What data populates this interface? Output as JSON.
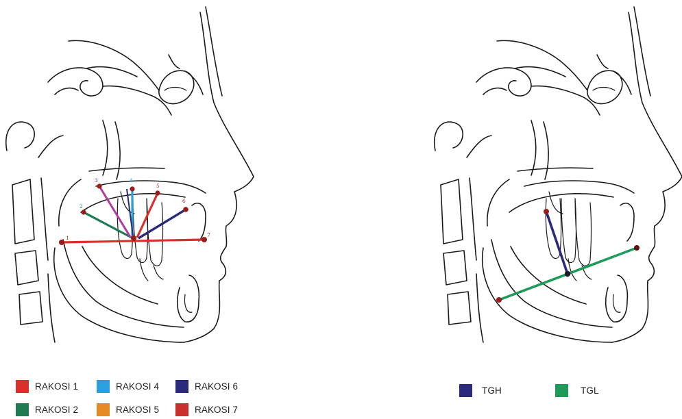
{
  "colors": {
    "rakosi1": "#d9302c",
    "rakosi2": "#1f7a52",
    "rakosi4": "#2aa1dc",
    "rakosi5": "#e58a22",
    "rakosi6": "#2b2a7a",
    "rakosi7": "#c9302e",
    "rakosi3_line": "#b03aa0",
    "tgh": "#2b2a7a",
    "tgl": "#1e9a5a",
    "point": "#9b1c1c"
  },
  "left_panel": {
    "point_labels": [
      "1",
      "2",
      "3",
      "4",
      "5",
      "6",
      "7"
    ],
    "legend": [
      {
        "label": "RAKOSI 1",
        "color": "#d9302c"
      },
      {
        "label": "RAKOSI 4",
        "color": "#2aa1dc"
      },
      {
        "label": "RAKOSI 6",
        "color": "#2b2a7a"
      },
      {
        "label": "RAKOSI 2",
        "color": "#1f7a52"
      },
      {
        "label": "RAKOSI 5",
        "color": "#e58a22"
      },
      {
        "label": "RAKOSI 7",
        "color": "#c9302e"
      }
    ]
  },
  "right_panel": {
    "legend": [
      {
        "label": "TGH",
        "color": "#2b2a7a"
      },
      {
        "label": "TGL",
        "color": "#1e9a5a"
      }
    ]
  }
}
